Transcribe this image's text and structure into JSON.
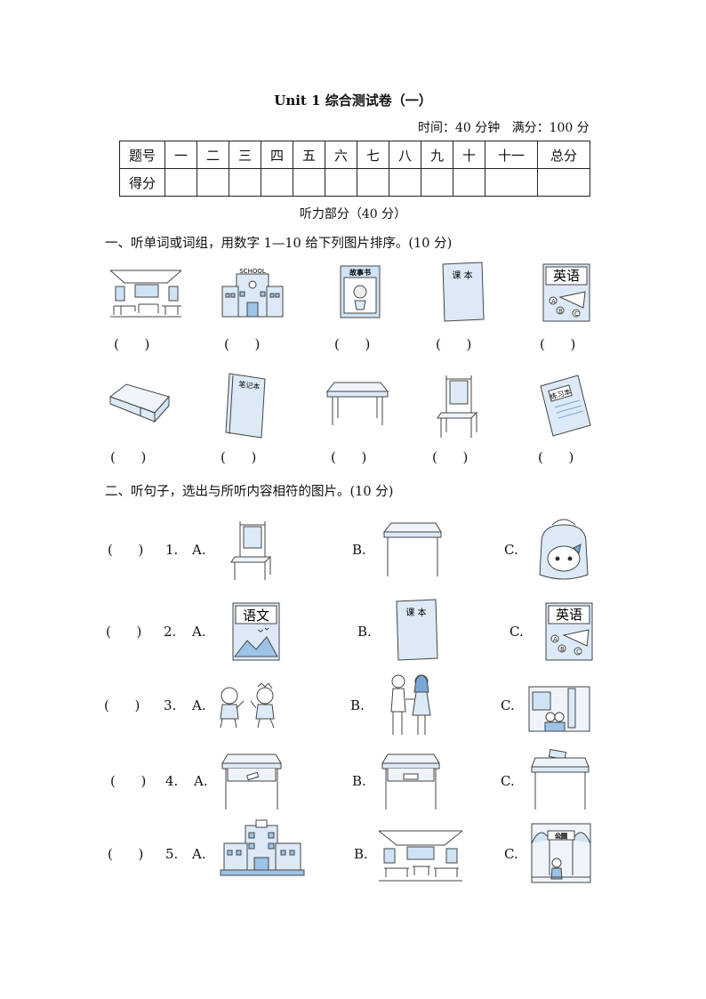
{
  "title": "Unit 1 综合测试卷（一）",
  "time_info": "时间：40 分钟   满分：100 分",
  "score_table": {
    "header": [
      "题号",
      "一",
      "二",
      "三",
      "四",
      "五",
      "六",
      "七",
      "八",
      "九",
      "十",
      "十一",
      "总分"
    ],
    "row2_label": "得分"
  },
  "listening_heading": "听力部分（40 分）",
  "section1": {
    "heading": "一、听单词或词组，用数字 1—10 给下列图片排序。(10 分)",
    "blank": "(      )",
    "pic_labels": {
      "school": "SCHOOL",
      "storybook": "故事书",
      "textbook": "课 本",
      "english": "英语",
      "notebook": "笔记本",
      "exercise": "练习本"
    }
  },
  "section2": {
    "heading": "二、听句子，选出与所听内容相符的图片。(10 分)",
    "blank": "(      )",
    "questions": [
      {
        "num": "1.",
        "a": "A.",
        "b": "B.",
        "c": "C."
      },
      {
        "num": "2.",
        "a": "A.",
        "b": "B.",
        "c": "C."
      },
      {
        "num": "3.",
        "a": "A.",
        "b": "B.",
        "c": "C."
      },
      {
        "num": "4.",
        "a": "A.",
        "b": "B.",
        "c": "C."
      },
      {
        "num": "5.",
        "a": "A.",
        "b": "B.",
        "c": "C."
      }
    ],
    "pic_labels": {
      "chinese": "语文",
      "textbook": "课 本",
      "english": "英语",
      "park": "公园"
    }
  }
}
